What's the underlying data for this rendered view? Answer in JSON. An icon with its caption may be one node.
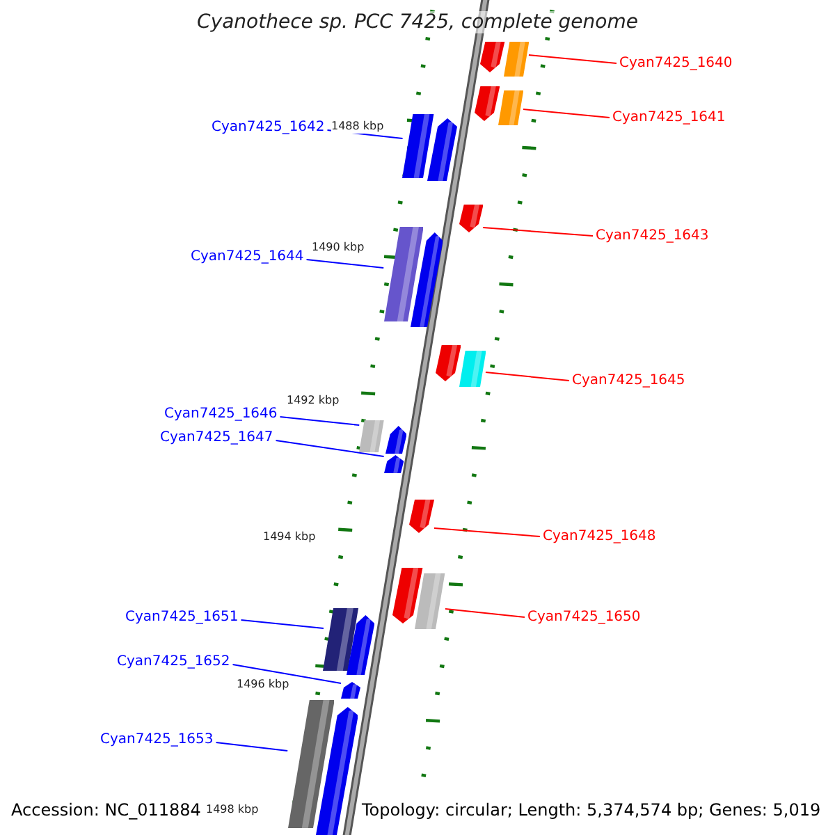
{
  "diagram": {
    "title": "Cyanothece sp. PCC 7425, complete genome",
    "nodes": [
      {
        "text": [
          "Cyan7425_1640"
        ]
      },
      {
        "text": [],
        "shape": "arrow"
      },
      {
        "text": [],
        "shape": "bar"
      },
      {
        "text": [
          "Cyan7425_1641"
        ]
      },
      {
        "text": [],
        "shape": "arrow"
      },
      {
        "text": [],
        "shape": "bar"
      },
      {
        "text": [
          "Cyan7425_1642"
        ]
      },
      {
        "text": [],
        "shape": "bar"
      },
      {
        "text": [],
        "shape": "arrow"
      },
      {
        "text": [
          "Cyan7425_1643"
        ]
      },
      {
        "text": [],
        "shape": "arrow"
      },
      {
        "text": [
          "Cyan7425_1644"
        ]
      },
      {
        "text": [],
        "shape": "bar"
      },
      {
        "text": [],
        "shape": "arrow"
      },
      {
        "text": [
          "Cyan7425_1645"
        ]
      },
      {
        "text": [],
        "shape": "arrow"
      },
      {
        "text": [],
        "shape": "bar"
      },
      {
        "text": [
          "Cyan7425_1646"
        ]
      },
      {
        "text": [],
        "shape": "bar"
      },
      {
        "text": [],
        "shape": "arrow"
      },
      {
        "text": [
          "Cyan7425_1647"
        ]
      },
      {
        "text": [],
        "shape": "arrow"
      },
      {
        "text": [
          "Cyan7425_1648"
        ]
      },
      {
        "text": [],
        "shape": "arrow"
      },
      {
        "text": [
          "Cyan7425_1650"
        ]
      },
      {
        "text": [],
        "shape": "arrow"
      },
      {
        "text": [],
        "shape": "bar"
      },
      {
        "text": [
          "Cyan7425_1651"
        ]
      },
      {
        "text": [],
        "shape": "bar"
      },
      {
        "text": [],
        "shape": "arrow"
      },
      {
        "text": [
          "Cyan7425_1652"
        ]
      },
      {
        "text": [],
        "shape": "arrow"
      },
      {
        "text": [
          "Cyan7425_1653"
        ]
      },
      {
        "text": [],
        "shape": "bar"
      },
      {
        "text": [],
        "shape": "arrow"
      }
    ],
    "edges": [
      {
        "from": 0,
        "to": 2,
        "arrow": "none",
        "color": "#ff0000"
      },
      {
        "from": 3,
        "to": 5,
        "arrow": "none",
        "color": "#ff0000"
      },
      {
        "from": 6,
        "to": 7,
        "arrow": "none",
        "color": "#0000ff"
      },
      {
        "from": 9,
        "to": 10,
        "arrow": "none",
        "color": "#ff0000"
      },
      {
        "from": 11,
        "to": 12,
        "arrow": "none",
        "color": "#0000ff"
      },
      {
        "from": 14,
        "to": 16,
        "arrow": "none",
        "color": "#ff0000"
      },
      {
        "from": 17,
        "to": 18,
        "arrow": "none",
        "color": "#0000ff"
      },
      {
        "from": 20,
        "to": 21,
        "arrow": "none",
        "color": "#0000ff"
      },
      {
        "from": 22,
        "to": 23,
        "arrow": "none",
        "color": "#ff0000"
      },
      {
        "from": 24,
        "to": 26,
        "arrow": "none",
        "color": "#ff0000"
      },
      {
        "from": 27,
        "to": 28,
        "arrow": "none",
        "color": "#0000ff"
      },
      {
        "from": 30,
        "to": 31,
        "arrow": "none",
        "color": "#0000ff"
      },
      {
        "from": 32,
        "to": 33,
        "arrow": "none",
        "color": "#0000ff"
      }
    ],
    "labels": [
      "1488 kbp",
      "1490 kbp",
      "1492 kbp",
      "1494 kbp",
      "1496 kbp",
      "1498 kbp",
      "Accession: NC_011884",
      "Topology: circular; Length: 5,374,574 bp; Genes: 5,019"
    ]
  }
}
